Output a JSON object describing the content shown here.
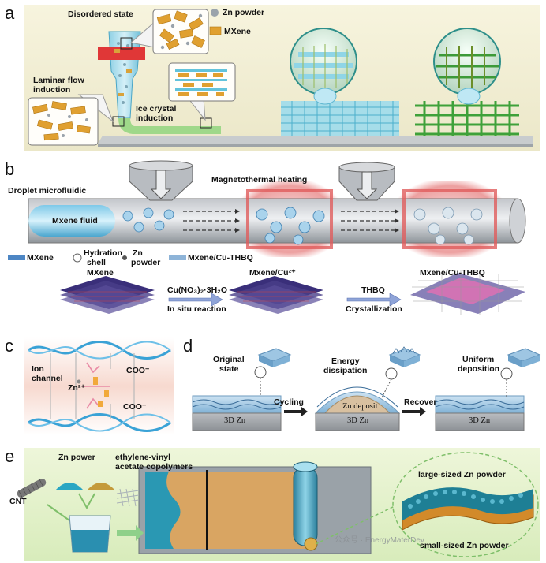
{
  "panels": {
    "a": {
      "letter": "a",
      "labels": {
        "disordered_state": "Disordered state",
        "zn_powder": "Zn powder",
        "mxene": "MXene",
        "laminar_1": "Laminar flow",
        "laminar_2": "induction",
        "ice_1": "Ice crystal",
        "ice_2": "induction"
      }
    },
    "b": {
      "letter": "b",
      "labels": {
        "magnetothermal": "Magnetothermal heating",
        "droplet": "Droplet microfluidic",
        "mxene_fluid": "Mxene fluid",
        "legend_mxene": "MXene",
        "legend_hydration_1": "Hydration",
        "legend_hydration_2": "shell",
        "legend_zn_1": "Zn",
        "legend_zn_2": "powder",
        "legend_cu": "Mxene/Cu-THBQ",
        "stage_mxene": "MXene",
        "stage_mxene_cu": "Mxene/Cu²⁺",
        "stage_mxene_cu_thbq": "Mxene/Cu-THBQ",
        "arrow1_top": "Cu(NO₃)₂·3H₂O",
        "arrow1_bottom": "In situ reaction",
        "arrow2_top": "THBQ",
        "arrow2_bottom": "Crystallization"
      }
    },
    "c": {
      "letter": "c",
      "labels": {
        "ion_1": "Ion",
        "ion_2": "channel",
        "zn2": "Zn²⁺",
        "coo_top": "COO⁻",
        "coo_bottom": "COO⁻"
      }
    },
    "d": {
      "letter": "d",
      "labels": {
        "original_1": "Original",
        "original_2": "state",
        "energy_1": "Energy",
        "energy_2": "dissipation",
        "uniform_1": "Uniform",
        "uniform_2": "deposition",
        "cycling": "Cycling",
        "recover": "Recover",
        "zn3d_1": "3D Zn",
        "zn_deposit": "Zn deposit",
        "zn3d_2": "3D Zn",
        "zn3d_3": "3D Zn"
      }
    },
    "e": {
      "letter": "e",
      "labels": {
        "zn_power": "Zn power",
        "eva_1": "ethylene-vinyl",
        "eva_2": "acetate copolymers",
        "cnt": "CNT",
        "large_zn": "large-sized Zn powder",
        "small_zn": "small-sized Zn powder",
        "watermark": "公众号 · EnergyMaterDev"
      }
    }
  },
  "colors": {
    "mxene_orange": "#e0a030",
    "zn_gray": "#9aa3ab",
    "ice_blue": "#62c3dc",
    "green_grid": "#3ea13a",
    "heat_red": "#e04848",
    "tube_gray": "#9ca1a8",
    "background_cream": "#f6f3dc",
    "coat_teal": "#2a98b3",
    "coat_sand": "#d9a562"
  }
}
